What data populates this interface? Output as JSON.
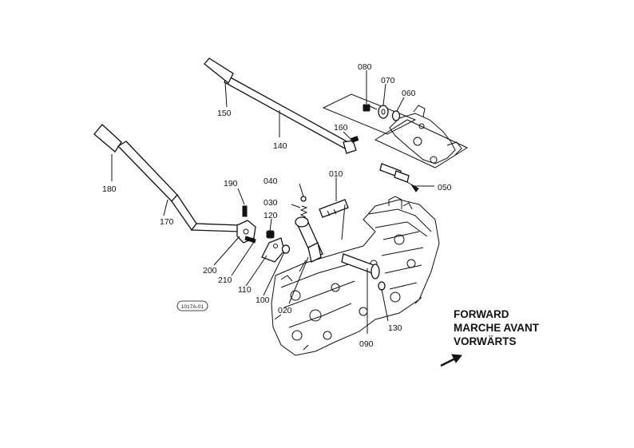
{
  "diagram": {
    "drawing_code": "1017A-01",
    "direction": {
      "line1": "FORWARD",
      "line2": "MARCHE AVANT",
      "line3": "VORWÄRTS"
    },
    "part_labels": [
      "010",
      "020",
      "030",
      "040",
      "050",
      "060",
      "070",
      "080",
      "090",
      "100",
      "110",
      "120",
      "130",
      "140",
      "150",
      "160",
      "170",
      "180",
      "190",
      "200",
      "210"
    ]
  }
}
